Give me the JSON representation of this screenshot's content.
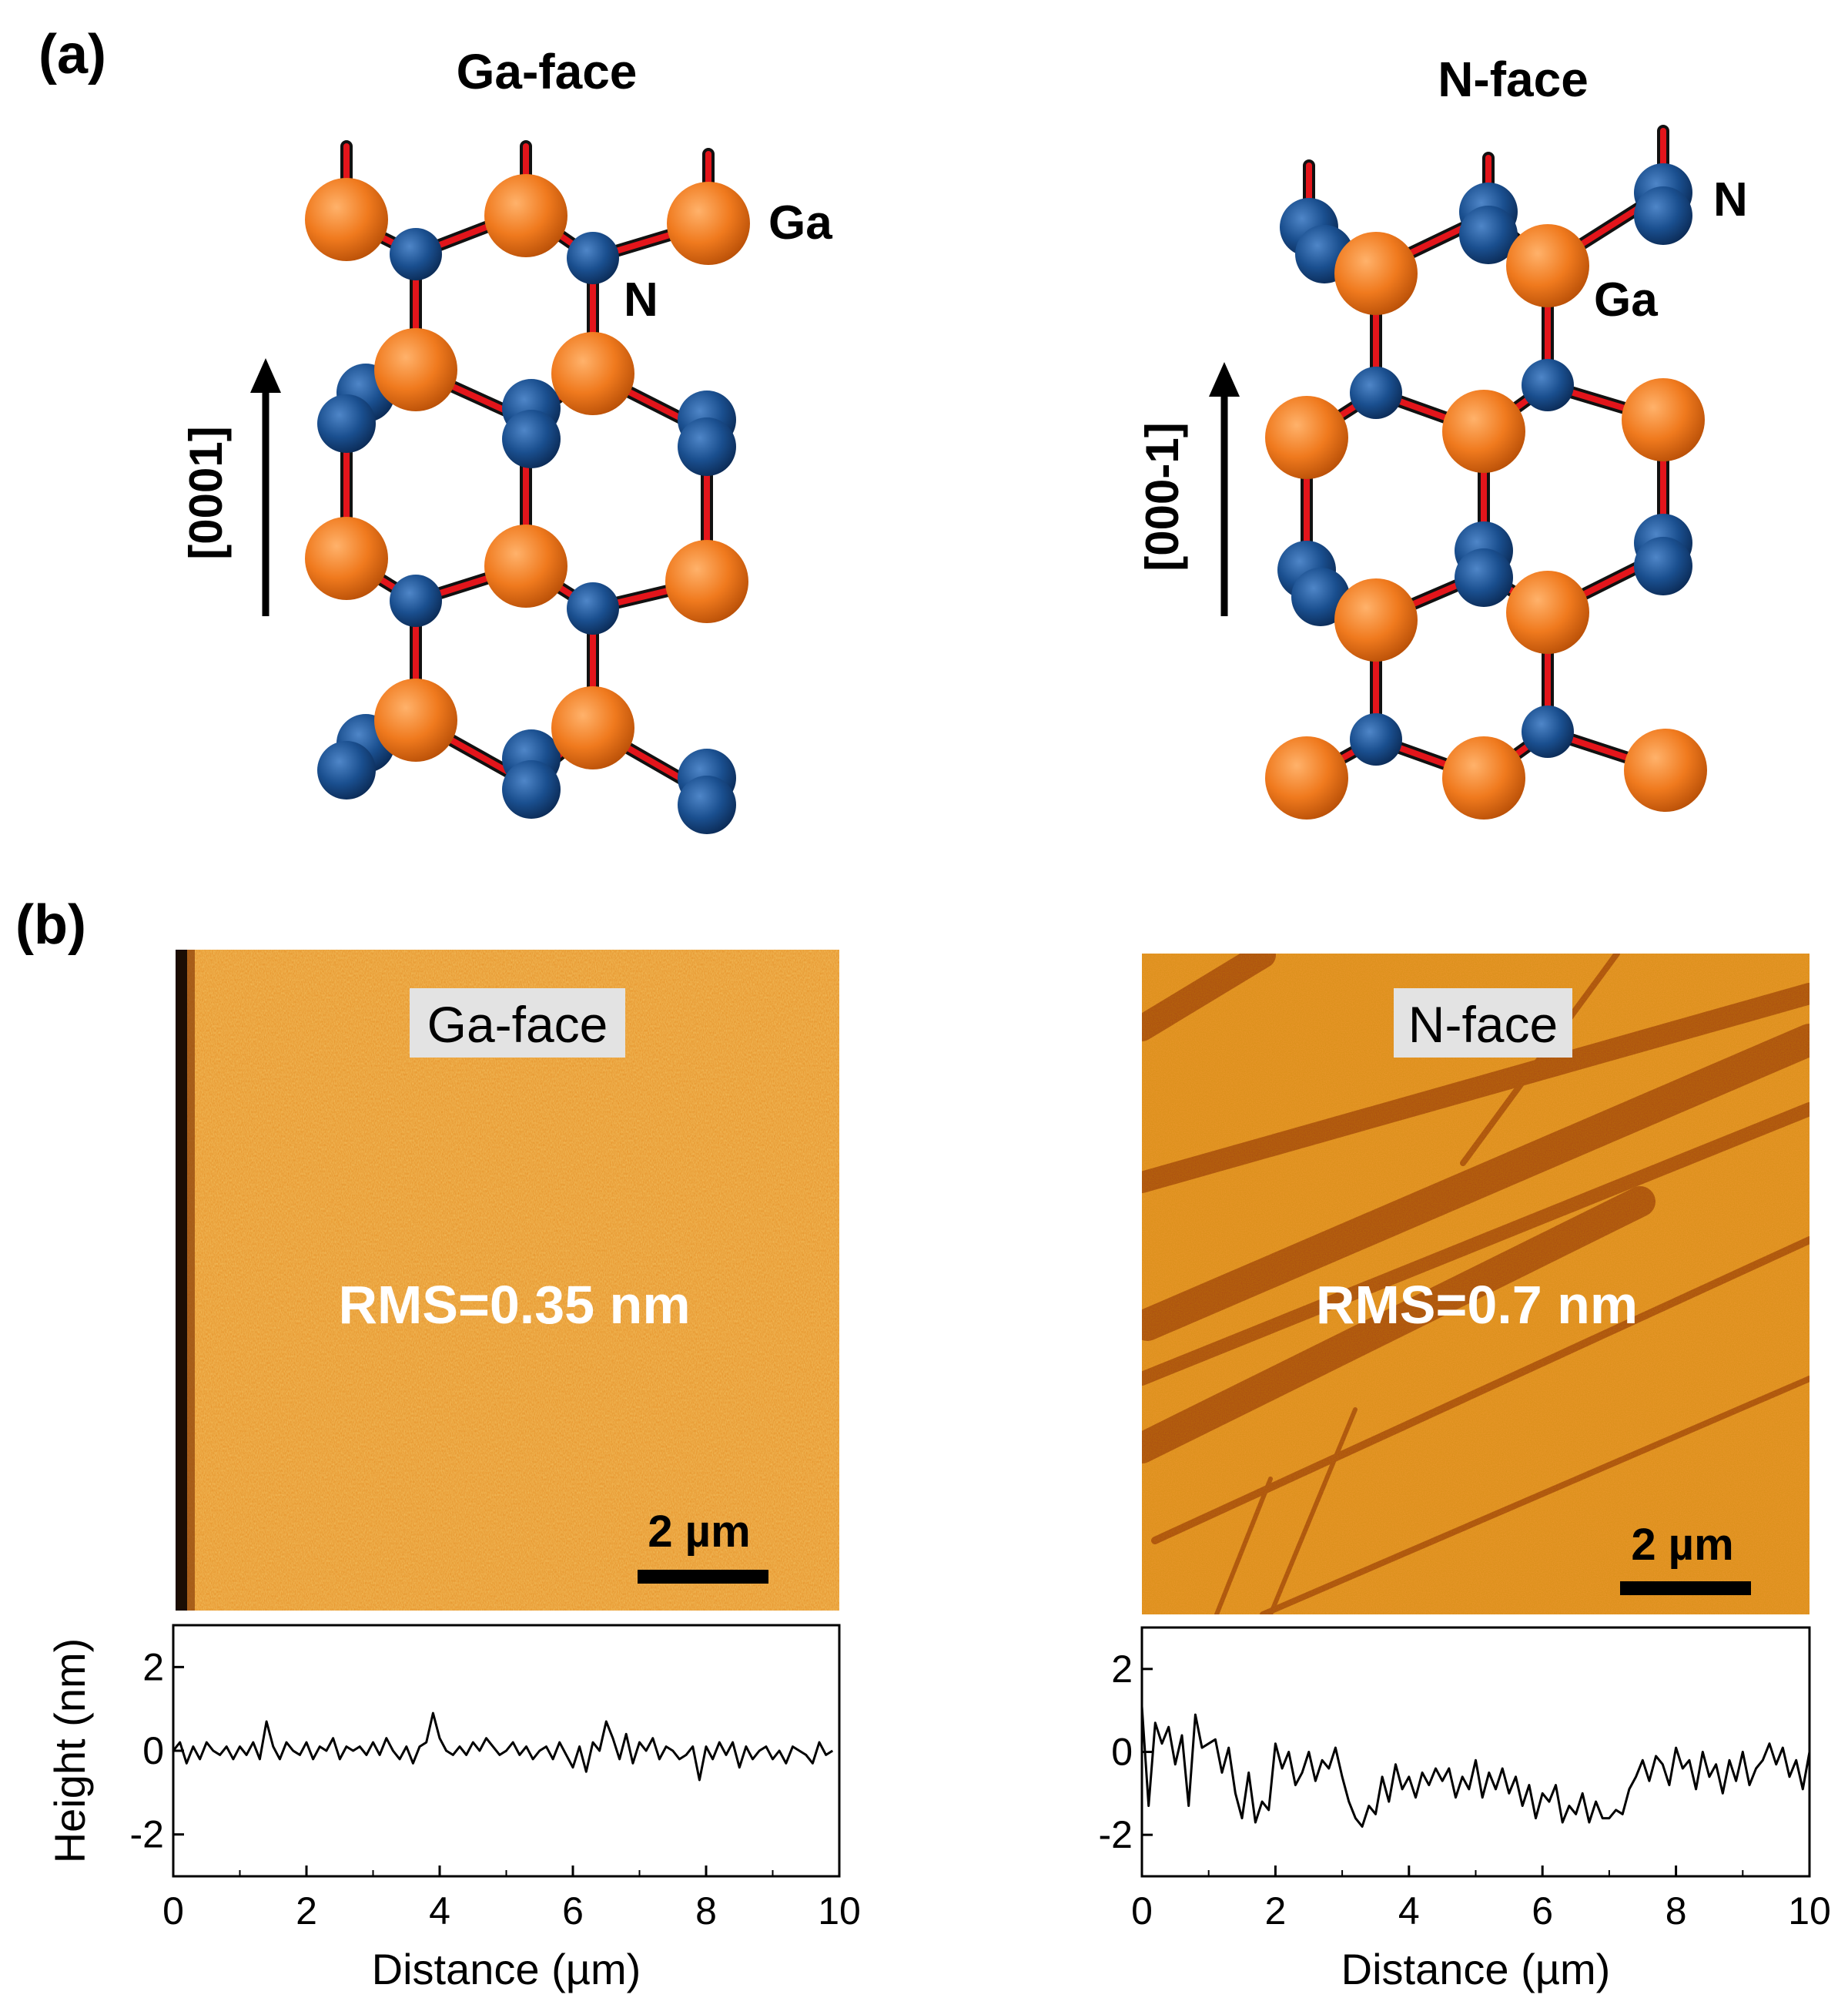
{
  "figure": {
    "panel_a_label": "(a)",
    "panel_b_label": "(b)",
    "colors": {
      "ga_atom": "#f07a1e",
      "n_atom": "#1a4f8f",
      "bond_red": "#e3151b",
      "afm_base": "#e89526"
    }
  },
  "crystal_left": {
    "title": "Ga-face",
    "direction": "[0001]",
    "atom_label_ga": "Ga",
    "atom_label_n": "N"
  },
  "crystal_right": {
    "title": "N-face",
    "direction": "[000-1]",
    "atom_label_ga": "Ga",
    "atom_label_n": "N"
  },
  "afm_left": {
    "tag": "Ga-face",
    "rms": "RMS=0.35 nm",
    "scalebar": "2 µm"
  },
  "afm_right": {
    "tag": "N-face",
    "rms": "RMS=0.7 nm",
    "scalebar": "2 µm"
  },
  "chart_data": [
    {
      "type": "line",
      "xlabel": "Distance (µm)",
      "ylabel": "Height (nm)",
      "xlim": [
        0,
        10
      ],
      "ylim": [
        -3,
        3
      ],
      "xticks": [
        "0",
        "2",
        "4",
        "6",
        "8",
        "10"
      ],
      "yticks": [
        "2",
        "0",
        "-2"
      ],
      "grid": false,
      "x": [
        0,
        0.1,
        0.2,
        0.3,
        0.4,
        0.5,
        0.6,
        0.7,
        0.8,
        0.9,
        1.0,
        1.1,
        1.2,
        1.3,
        1.4,
        1.5,
        1.6,
        1.7,
        1.8,
        1.9,
        2.0,
        2.1,
        2.2,
        2.3,
        2.4,
        2.5,
        2.6,
        2.7,
        2.8,
        2.9,
        3.0,
        3.1,
        3.2,
        3.3,
        3.4,
        3.5,
        3.6,
        3.7,
        3.8,
        3.9,
        4.0,
        4.1,
        4.2,
        4.3,
        4.4,
        4.5,
        4.6,
        4.7,
        4.8,
        4.9,
        5.0,
        5.1,
        5.2,
        5.3,
        5.4,
        5.5,
        5.6,
        5.7,
        5.8,
        5.9,
        6.0,
        6.1,
        6.2,
        6.3,
        6.4,
        6.5,
        6.6,
        6.7,
        6.8,
        6.9,
        7.0,
        7.1,
        7.2,
        7.3,
        7.4,
        7.5,
        7.6,
        7.7,
        7.8,
        7.9,
        8.0,
        8.1,
        8.2,
        8.3,
        8.4,
        8.5,
        8.6,
        8.7,
        8.8,
        8.9,
        9.0,
        9.1,
        9.2,
        9.3,
        9.4,
        9.5,
        9.6,
        9.7,
        9.8,
        9.9
      ],
      "y": [
        0,
        0.2,
        -0.3,
        0.1,
        -0.2,
        0.2,
        0,
        -0.1,
        0.1,
        -0.2,
        0.1,
        -0.1,
        0.2,
        -0.2,
        0.7,
        0.1,
        -0.2,
        0.2,
        0,
        -0.1,
        0.2,
        -0.2,
        0.1,
        0,
        0.3,
        -0.2,
        0.1,
        0,
        0.1,
        -0.1,
        0.2,
        -0.1,
        0.3,
        0,
        -0.2,
        0.1,
        -0.3,
        0.1,
        0.2,
        0.9,
        0.3,
        0,
        -0.1,
        0.1,
        -0.1,
        0.2,
        0,
        0.3,
        0.1,
        -0.1,
        0,
        0.2,
        -0.1,
        0.1,
        -0.2,
        0,
        0.1,
        -0.2,
        0.2,
        -0.1,
        -0.4,
        0.1,
        -0.5,
        0.2,
        0,
        0.7,
        0.3,
        -0.2,
        0.4,
        -0.3,
        0.2,
        0,
        0.3,
        -0.2,
        0.1,
        0,
        -0.2,
        -0.1,
        0.1,
        -0.7,
        0.1,
        -0.2,
        0.2,
        -0.1,
        0.2,
        -0.4,
        0.1,
        -0.2,
        0,
        0.1,
        -0.2,
        0,
        -0.3,
        0.1,
        0,
        -0.1,
        -0.3,
        0.2,
        -0.1,
        0
      ]
    },
    {
      "type": "line",
      "xlabel": "Distance (µm)",
      "ylabel": "",
      "xlim": [
        0,
        10
      ],
      "ylim": [
        -3,
        3
      ],
      "xticks": [
        "0",
        "2",
        "4",
        "6",
        "8",
        "10"
      ],
      "yticks": [
        "2",
        "0",
        "-2"
      ],
      "grid": false,
      "x": [
        0,
        0.1,
        0.2,
        0.3,
        0.4,
        0.5,
        0.6,
        0.7,
        0.8,
        0.9,
        1.0,
        1.1,
        1.2,
        1.3,
        1.4,
        1.5,
        1.6,
        1.7,
        1.8,
        1.9,
        2.0,
        2.1,
        2.2,
        2.3,
        2.4,
        2.5,
        2.6,
        2.7,
        2.8,
        2.9,
        3.0,
        3.1,
        3.2,
        3.3,
        3.4,
        3.5,
        3.6,
        3.7,
        3.8,
        3.9,
        4.0,
        4.1,
        4.2,
        4.3,
        4.4,
        4.5,
        4.6,
        4.7,
        4.8,
        4.9,
        5.0,
        5.1,
        5.2,
        5.3,
        5.4,
        5.5,
        5.6,
        5.7,
        5.8,
        5.9,
        6.0,
        6.1,
        6.2,
        6.3,
        6.4,
        6.5,
        6.6,
        6.7,
        6.8,
        6.9,
        7.0,
        7.1,
        7.2,
        7.3,
        7.4,
        7.5,
        7.6,
        7.7,
        7.8,
        7.9,
        8.0,
        8.1,
        8.2,
        8.3,
        8.4,
        8.5,
        8.6,
        8.7,
        8.8,
        8.9,
        9.0,
        9.1,
        9.2,
        9.3,
        9.4,
        9.5,
        9.6,
        9.7,
        9.8,
        9.9,
        10.0
      ],
      "y": [
        1.1,
        -1.3,
        0.7,
        0.2,
        0.6,
        -0.3,
        0.4,
        -1.3,
        0.9,
        0.1,
        0.2,
        0.3,
        -0.5,
        0.1,
        -1.0,
        -1.6,
        -0.5,
        -1.7,
        -1.2,
        -1.4,
        0.2,
        -0.4,
        0.0,
        -0.8,
        -0.5,
        0.0,
        -0.7,
        -0.2,
        -0.4,
        0.1,
        -0.6,
        -1.2,
        -1.6,
        -1.8,
        -1.3,
        -1.5,
        -0.6,
        -1.2,
        -0.3,
        -0.9,
        -0.6,
        -1.1,
        -0.5,
        -0.8,
        -0.4,
        -0.7,
        -0.4,
        -1.1,
        -0.6,
        -0.9,
        -0.2,
        -1.1,
        -0.5,
        -0.9,
        -0.4,
        -1.0,
        -0.6,
        -1.3,
        -0.8,
        -1.6,
        -1.0,
        -1.2,
        -0.8,
        -1.7,
        -1.3,
        -1.5,
        -1.0,
        -1.7,
        -1.2,
        -1.6,
        -1.6,
        -1.4,
        -1.5,
        -0.9,
        -0.6,
        -0.2,
        -0.7,
        -0.1,
        -0.3,
        -0.8,
        0.1,
        -0.4,
        -0.2,
        -0.9,
        0.0,
        -0.6,
        -0.3,
        -1.0,
        -0.2,
        -0.7,
        0.0,
        -0.8,
        -0.4,
        -0.2,
        0.2,
        -0.3,
        0.1,
        -0.6,
        -0.2,
        -0.9,
        0.0
      ]
    }
  ]
}
